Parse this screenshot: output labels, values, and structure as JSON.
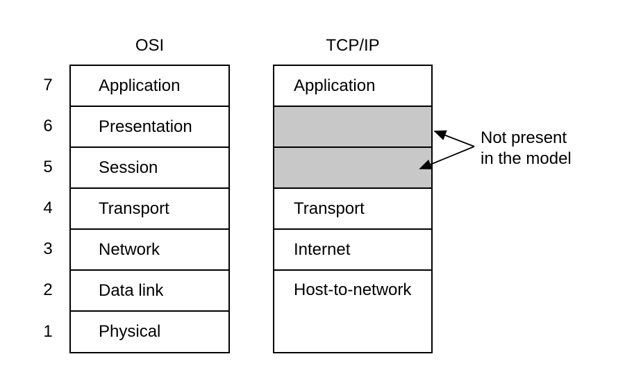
{
  "osi": {
    "title": "OSI",
    "layers": [
      {
        "number": "7",
        "label": "Application"
      },
      {
        "number": "6",
        "label": "Presentation"
      },
      {
        "number": "5",
        "label": "Session"
      },
      {
        "number": "4",
        "label": "Transport"
      },
      {
        "number": "3",
        "label": "Network"
      },
      {
        "number": "2",
        "label": "Data link"
      },
      {
        "number": "1",
        "label": "Physical"
      }
    ]
  },
  "tcpip": {
    "title": "TCP/IP",
    "layers": [
      {
        "label": "Application",
        "type": "normal"
      },
      {
        "label": "",
        "type": "absent"
      },
      {
        "label": "",
        "type": "absent"
      },
      {
        "label": "Transport",
        "type": "normal"
      },
      {
        "label": "Internet",
        "type": "normal"
      },
      {
        "label": "Host-to-network",
        "type": "normal-tall"
      }
    ]
  },
  "annotation": {
    "line1": "Not present",
    "line2": "in the model"
  },
  "colors": {
    "absent_fill": "#c8c8c8",
    "line": "#000000",
    "background": "#ffffff"
  }
}
